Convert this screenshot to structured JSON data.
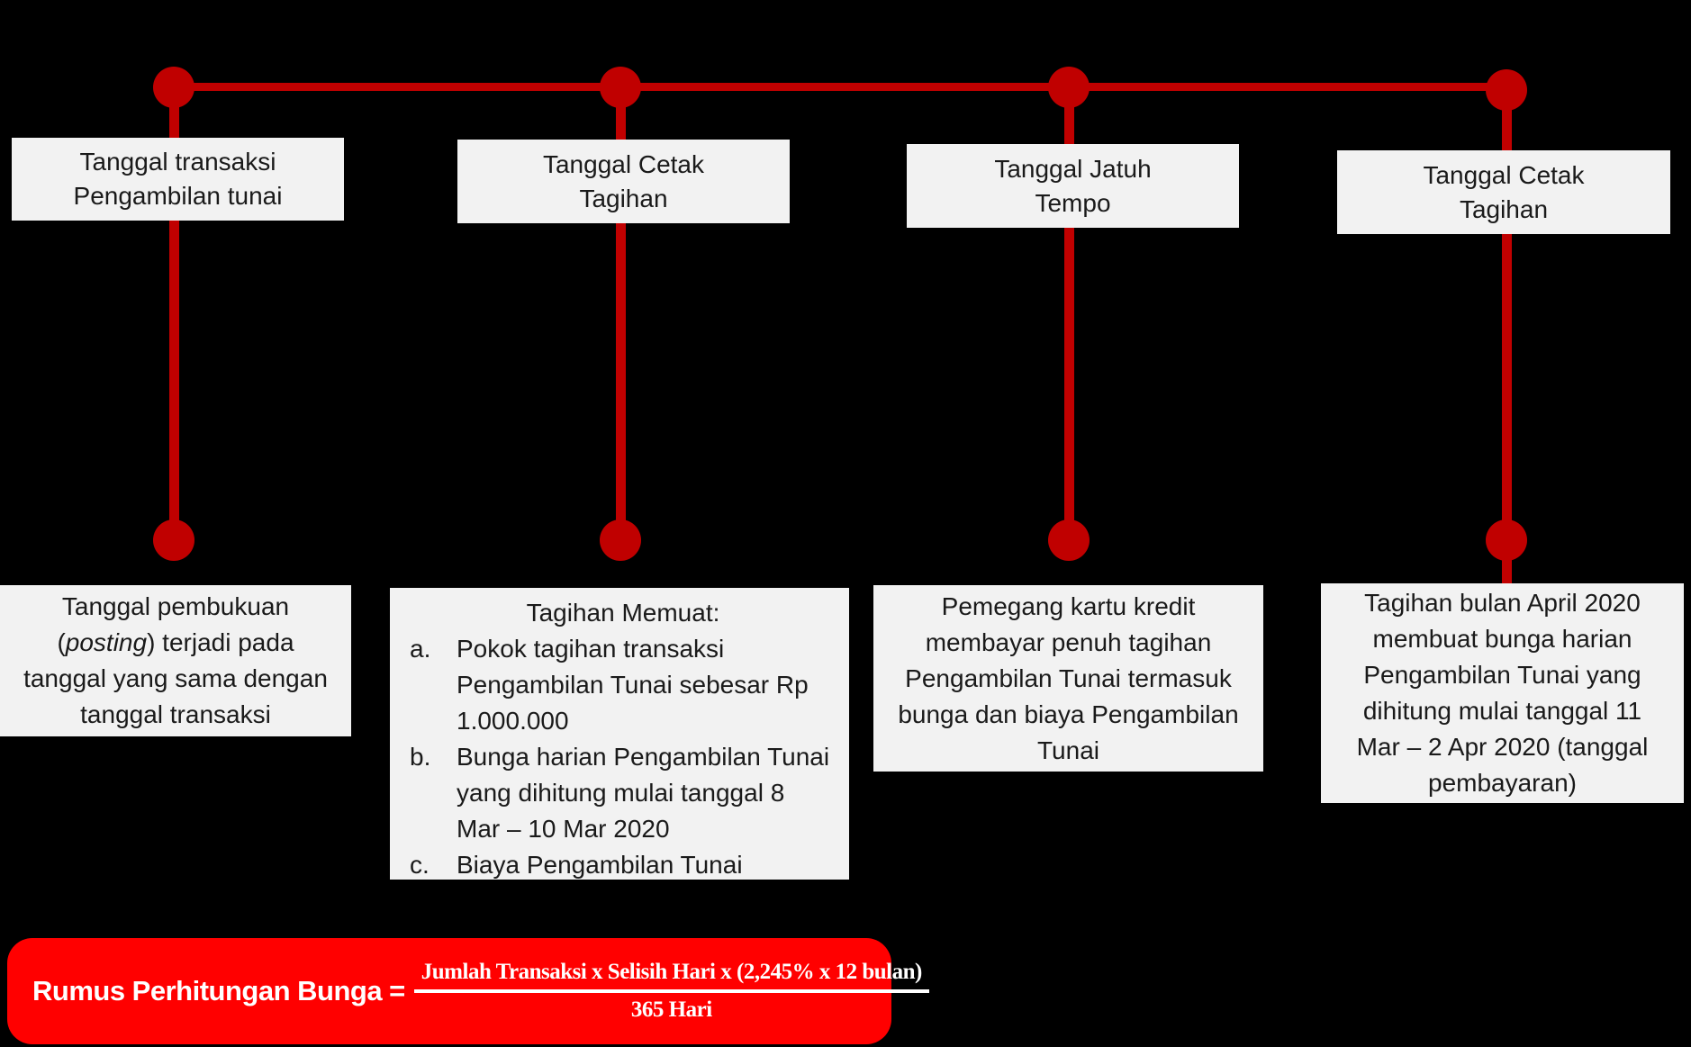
{
  "colors": {
    "background": "#000000",
    "timeline_red": "#C00000",
    "formula_red": "#FF0000",
    "box_background": "#F2F2F2",
    "box_text": "#1A1A1A",
    "formula_text": "#FFFFFF"
  },
  "columns": [
    {
      "top_label": "Tanggal transaksi\nPengambilan tunai",
      "bottom": {
        "pre": "Tanggal pembukuan\n(",
        "italic": "posting",
        "post": ") terjadi pada\ntanggal yang sama dengan\ntanggal transaksi"
      }
    },
    {
      "top_label": "Tanggal Cetak\nTagihan",
      "bottom": {
        "title": "Tagihan Memuat:",
        "items": [
          {
            "label": "a.",
            "text": "Pokok tagihan transaksi\nPengambilan Tunai sebesar Rp\n1.000.000"
          },
          {
            "label": "b.",
            "text": "Bunga harian Pengambilan Tunai\nyang dihitung mulai tanggal 8\nMar – 10 Mar 2020"
          },
          {
            "label": "c.",
            "text": "Biaya Pengambilan Tunai"
          }
        ]
      }
    },
    {
      "top_label": "Tanggal Jatuh\nTempo",
      "bottom": {
        "text": "Pemegang kartu kredit\nmembayar penuh tagihan\nPengambilan Tunai termasuk\nbunga dan biaya Pengambilan\nTunai"
      }
    },
    {
      "top_label": "Tanggal Cetak\nTagihan",
      "bottom": {
        "text": "Tagihan bulan April 2020\nmembuat bunga harian\nPengambilan Tunai yang\ndihitung mulai tanggal 11\nMar – 2 Apr 2020 (tanggal\npembayaran)"
      }
    }
  ],
  "formula": {
    "label": "Rumus Perhitungan Bunga =",
    "numerator": "Jumlah Transaksi x Selisih Hari x (2,245% x 12 bulan)",
    "denominator": "365 Hari"
  }
}
